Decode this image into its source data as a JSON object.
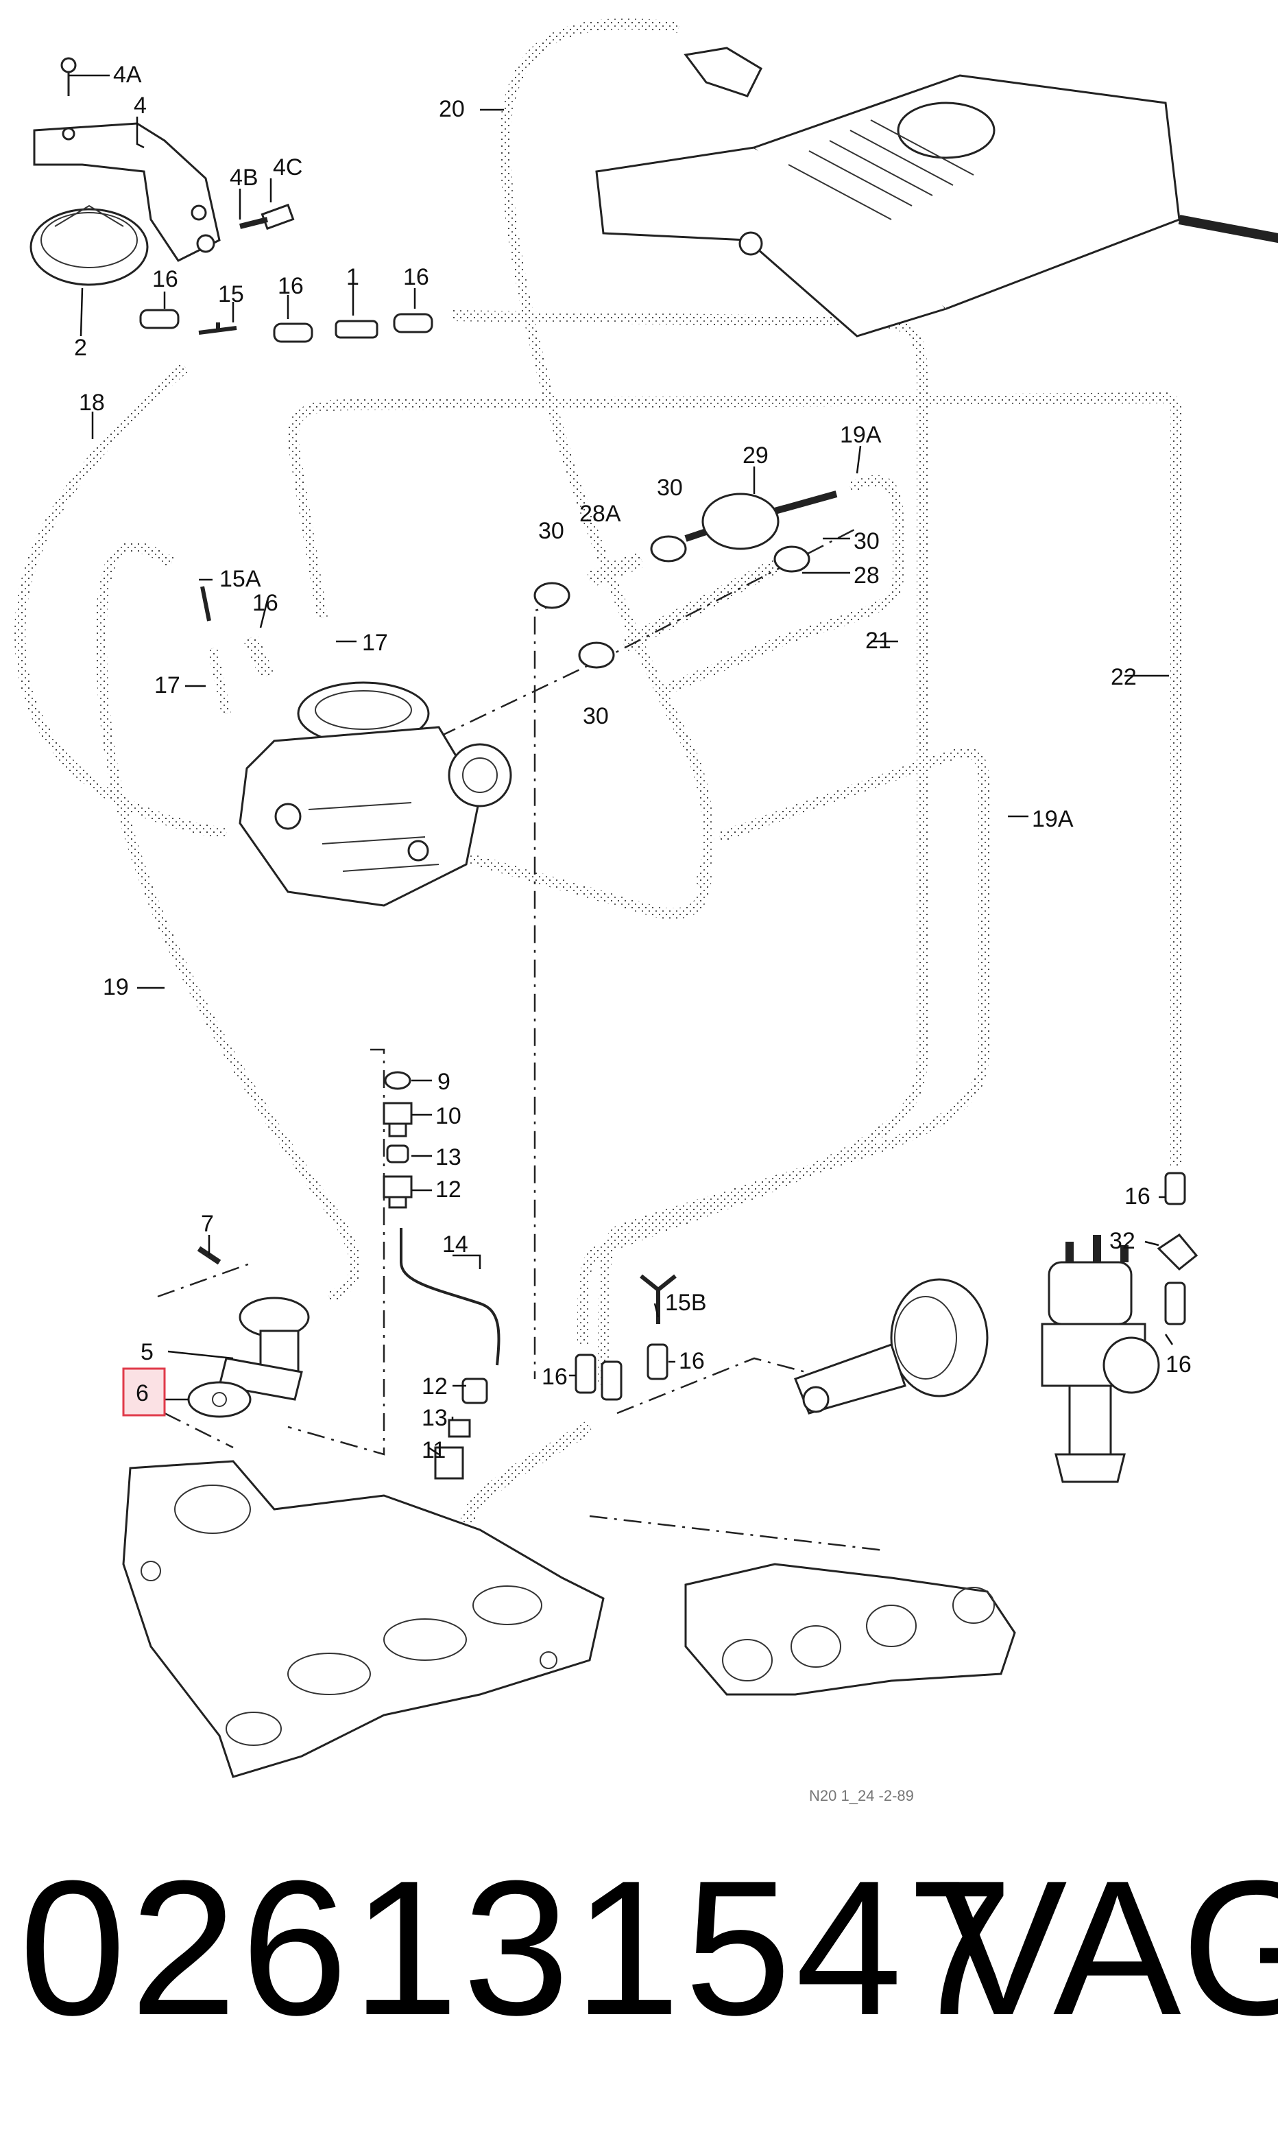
{
  "diagram": {
    "drawing_code": "N20 1_24 -2-89",
    "callouts": {
      "c4A": "4A",
      "c4": "4",
      "c4B": "4B",
      "c4C": "4C",
      "c2": "2",
      "c16a": "16",
      "c15": "15",
      "c16b": "16",
      "c1": "1",
      "c16c": "16",
      "c20": "20",
      "c18": "18",
      "c29": "29",
      "c19A_top": "19A",
      "c30a": "30",
      "c28A": "28A",
      "c30b": "30",
      "c30c": "30",
      "c28": "28",
      "c15A": "15A",
      "c16d": "16",
      "c17a": "17",
      "c17b": "17",
      "c21": "21",
      "c22": "22",
      "c30d": "30",
      "c19A_mid": "19A",
      "c19": "19",
      "c9": "9",
      "c10": "10",
      "c13a": "13",
      "c12a": "12",
      "c14": "14",
      "c7": "7",
      "c5": "5",
      "c6": "6",
      "c12b": "12",
      "c13b": "13",
      "c11": "11",
      "c16e": "16",
      "c15B": "15B",
      "c16f": "16",
      "c16g": "16",
      "c32": "32",
      "c16h": "16"
    },
    "highlighted_callout": "6",
    "highlight_color": "#e03a4a"
  },
  "footer": {
    "part_number": "026131547",
    "brand": "VAG"
  }
}
